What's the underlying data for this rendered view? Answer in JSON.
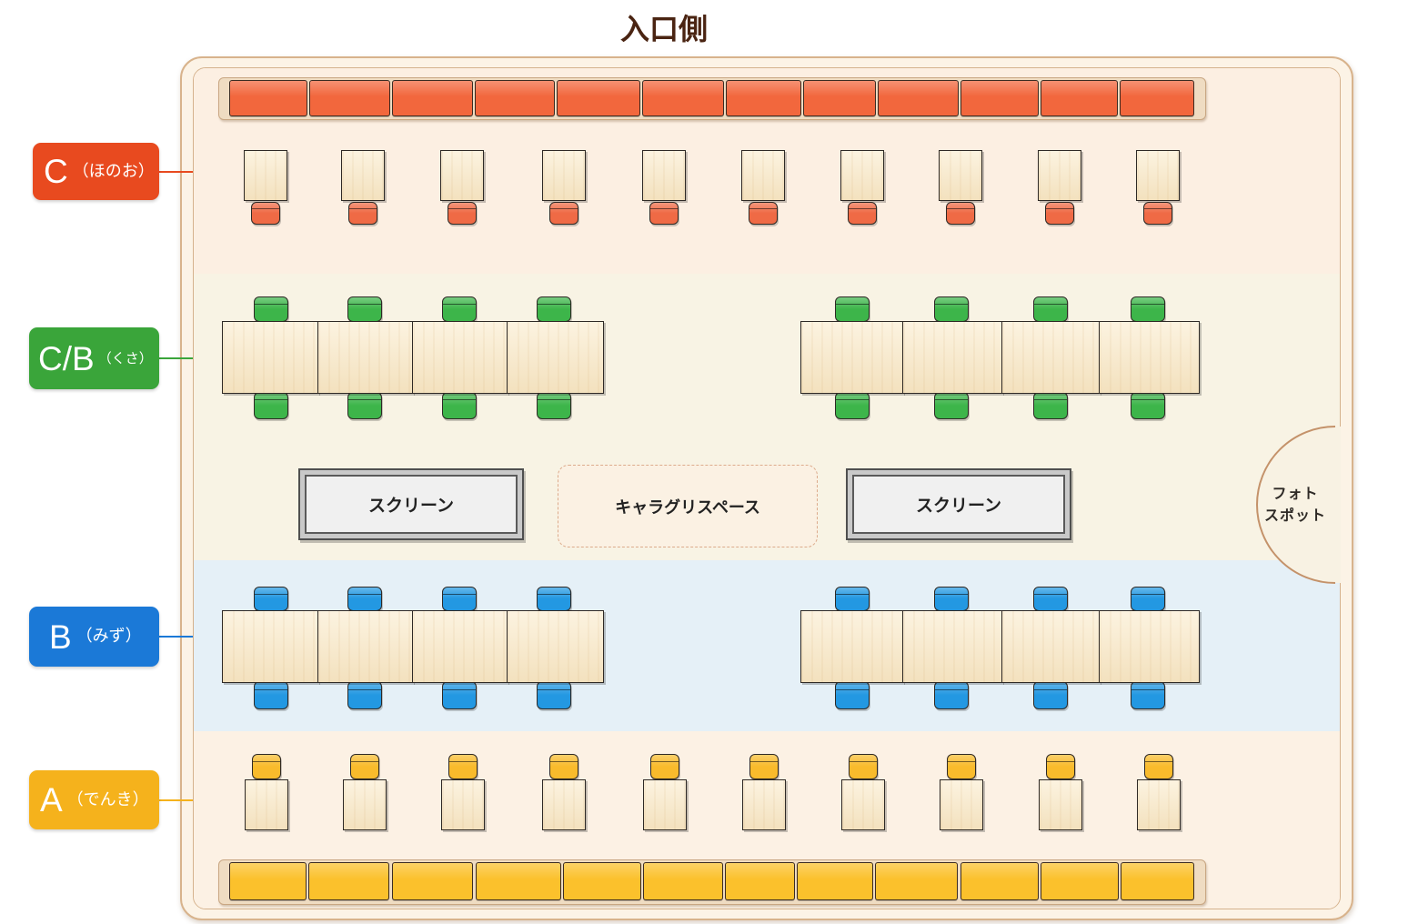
{
  "title": "入口側",
  "zones": {
    "c": {
      "letter": "C",
      "name": "（ほのお）",
      "color": "#e84a1f",
      "seat_color": "#ef6a45",
      "band_color": "#fcefe2"
    },
    "cb": {
      "letter": "C/B",
      "name": "（くさ）",
      "color": "#3aa53a",
      "seat_color": "#3db54a",
      "band_color": "#f8f3e4"
    },
    "b": {
      "letter": "B",
      "name": "（みず）",
      "color": "#1b79d7",
      "seat_color": "#2398e2",
      "band_color": "#e5f0f7"
    },
    "a": {
      "letter": "A",
      "name": "（でんき）",
      "color": "#f5b21c",
      "seat_color": "#f9bb2c",
      "band_color": "#fcf1e4"
    }
  },
  "shelves": {
    "top_color": "#f2673d",
    "bottom_color": "#fbc12c"
  },
  "screens": {
    "left_label": "スクリーン",
    "right_label": "スクリーン"
  },
  "center_space": {
    "label": "キャラグリスペース"
  },
  "photo_spot": {
    "line1": "フォト",
    "line2": "スポット"
  }
}
